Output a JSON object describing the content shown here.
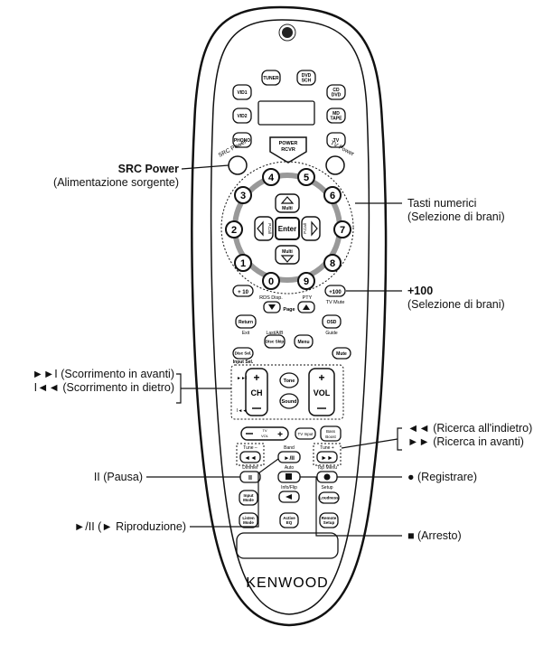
{
  "brand": "KENWOOD",
  "remote": {
    "row_buttons": [
      {
        "name": "tuner-button",
        "label": "TUNER"
      },
      {
        "name": "dvd-sch-button",
        "label": "DVD\nSCH"
      },
      {
        "name": "vid1-button",
        "label": "VID1"
      },
      {
        "name": "cd-dvd-button",
        "label": "CD\nDVD"
      },
      {
        "name": "vid2-button",
        "label": "VID2"
      },
      {
        "name": "md-tape-button",
        "label": "MD\nTAPE"
      },
      {
        "name": "phono-button",
        "label": "PHONO"
      },
      {
        "name": "tv-button",
        "label": "TV"
      },
      {
        "name": "power-rcvr-button",
        "label": "POWER\nRCVR"
      }
    ],
    "src_power_label": "SRC Power",
    "tv_power_label": "TV Power",
    "digits": [
      "1",
      "2",
      "3",
      "4",
      "5",
      "6",
      "7",
      "8",
      "9",
      "0"
    ],
    "nav": {
      "up": "Multi",
      "down": "Multi",
      "left": "P.Call",
      "right": "P.Call",
      "center": "Enter"
    },
    "plus10": "+ 10",
    "plus100": "+100",
    "rds_disp": "RDS Disp.",
    "pty": "PTY",
    "page": "Page",
    "tv_mute": "TV Mute",
    "return": "Return",
    "exit": "Exit",
    "last_ab": "Last/A/B",
    "disc_skip": "Disc Skip",
    "menu": "Menu",
    "osd": "OSD",
    "guide": "Guide",
    "disc_sel": "Disc Sel.",
    "input_sel": "Input Sel.",
    "mute": "Mute",
    "ch": "CH",
    "vol": "VOL",
    "tone": "Tone",
    "sound": "Sound",
    "tv_vol": "TV\nVOL",
    "tv_input": "TV Input",
    "bass_boost": "Bass\nBoost",
    "tune_minus": "Tune –",
    "tune_plus": "Tune +",
    "band": "Band",
    "dimmer": "Dimmer",
    "top_menu": "Top Menu",
    "auto": "Auto",
    "setup": "Setup",
    "info_flip": "Info/Flip",
    "loudness": "Loudness",
    "input_mode": "Input\nMode",
    "listen_mode": "Listen\nMode",
    "active_eq": "Active\nEQ",
    "remote_setup": "Remote\nSetup"
  },
  "callouts": {
    "src_power_title": "SRC Power",
    "src_power_desc": "(Alimentazione sorgente)",
    "numeric_title": "Tasti numerici",
    "numeric_desc": "(Selezione di brani)",
    "plus100_title": "+100",
    "plus100_desc": "(Selezione di brani)",
    "skip_fwd": "►►I (Scorrimento in avanti)",
    "skip_back": "I◄◄ (Scorrimento in dietro)",
    "search_back": "◄◄ (Ricerca all'indietro)",
    "search_fwd": "►► (Ricerca in avanti)",
    "pause": "II (Pausa)",
    "record": "● (Registrare)",
    "play": "►/II (► Riproduzione)",
    "stop": "■ (Arresto)"
  }
}
